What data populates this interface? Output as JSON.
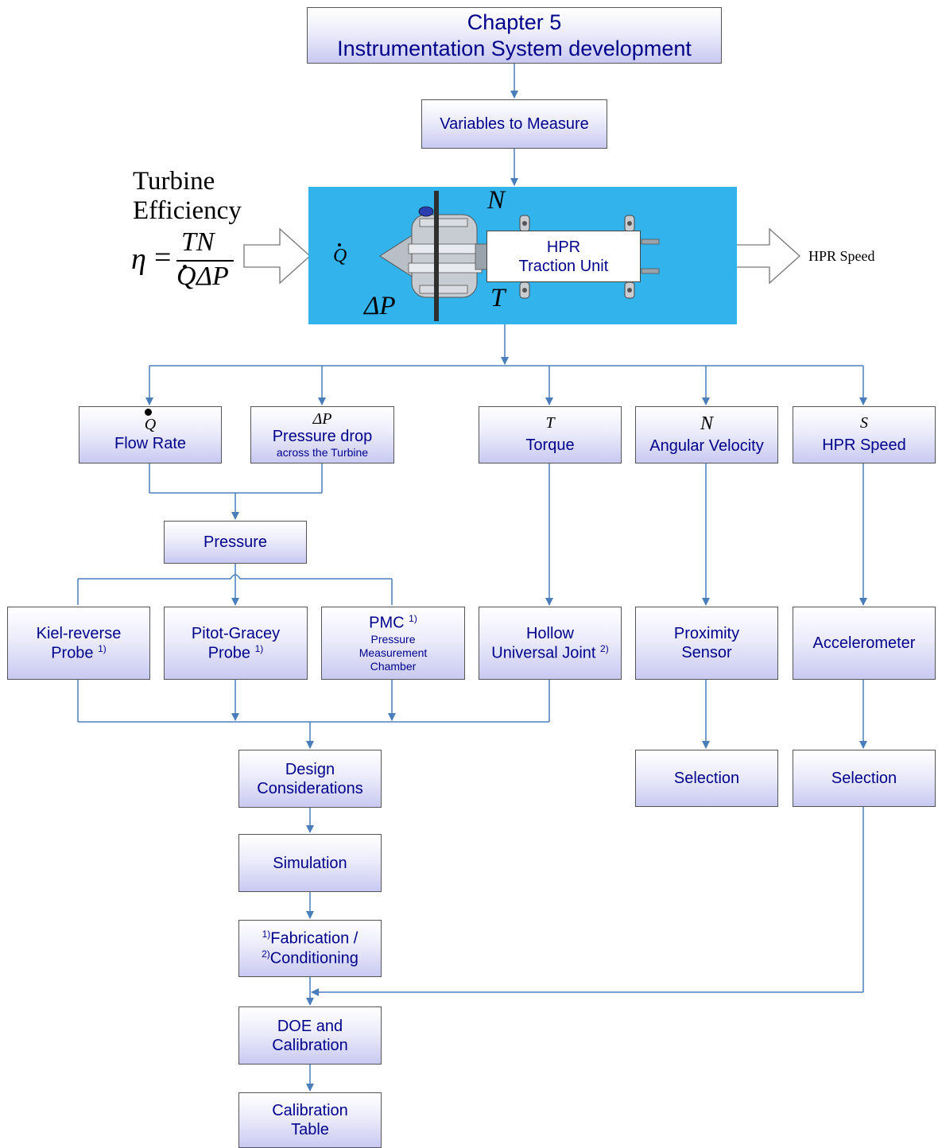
{
  "title": {
    "line1": "Chapter 5",
    "line2": "Instrumentation System development"
  },
  "variables_to_measure": "Variables to Measure",
  "efficiency": {
    "line1": "Turbine",
    "line2": "Efficiency",
    "eta": "η",
    "equals": "=",
    "numerator": "TN",
    "denominator_q": "Q",
    "denominator_dp": "ΔP"
  },
  "panel": {
    "q_symbol": "Q",
    "n_symbol": "N",
    "t_symbol": "T",
    "dp_symbol": "ΔP",
    "hpr_line1": "HPR",
    "hpr_line2": "Traction Unit"
  },
  "hpr_speed_output": "HPR Speed",
  "variables": [
    {
      "symbol": "Q",
      "label": "Flow Rate",
      "sub": ""
    },
    {
      "symbol": "ΔP",
      "label": "Pressure drop",
      "sub": "across the Turbine"
    },
    {
      "symbol": "T",
      "label": "Torque",
      "sub": ""
    },
    {
      "symbol": "N",
      "label": "Angular Velocity",
      "sub": ""
    },
    {
      "symbol": "S",
      "label": "HPR Speed",
      "sub": ""
    }
  ],
  "pressure": "Pressure",
  "sensors": {
    "kiel_line1": "Kiel-reverse",
    "kiel_line2": "Probe",
    "kiel_note": "1)",
    "pitot_line1": "Pitot-Gracey",
    "pitot_line2": "Probe",
    "pitot_note": "1)",
    "pmc_title": "PMC",
    "pmc_note": "1)",
    "pmc_sub1": "Pressure",
    "pmc_sub2": "Measurement",
    "pmc_sub3": "Chamber",
    "hollow_line1": "Hollow",
    "hollow_line2": "Universal Joint",
    "hollow_note": "2)",
    "proximity_line1": "Proximity",
    "proximity_line2": "Sensor",
    "accelerometer": "Accelerometer"
  },
  "selection_n": "Selection",
  "selection_s": "Selection",
  "process": {
    "design_line1": "Design",
    "design_line2": "Considerations",
    "simulation": "Simulation",
    "fab_note": "1)",
    "fab_label": "Fabrication /",
    "cond_note": "2)",
    "cond_label": "Conditioning",
    "doe_line1": "DOE and",
    "doe_line2": "Calibration",
    "table_line1": "Calibration",
    "table_line2": "Table"
  },
  "colors": {
    "connector": "#4a7ebb",
    "box_text": "#00008b",
    "panel": "#33b3ec"
  }
}
